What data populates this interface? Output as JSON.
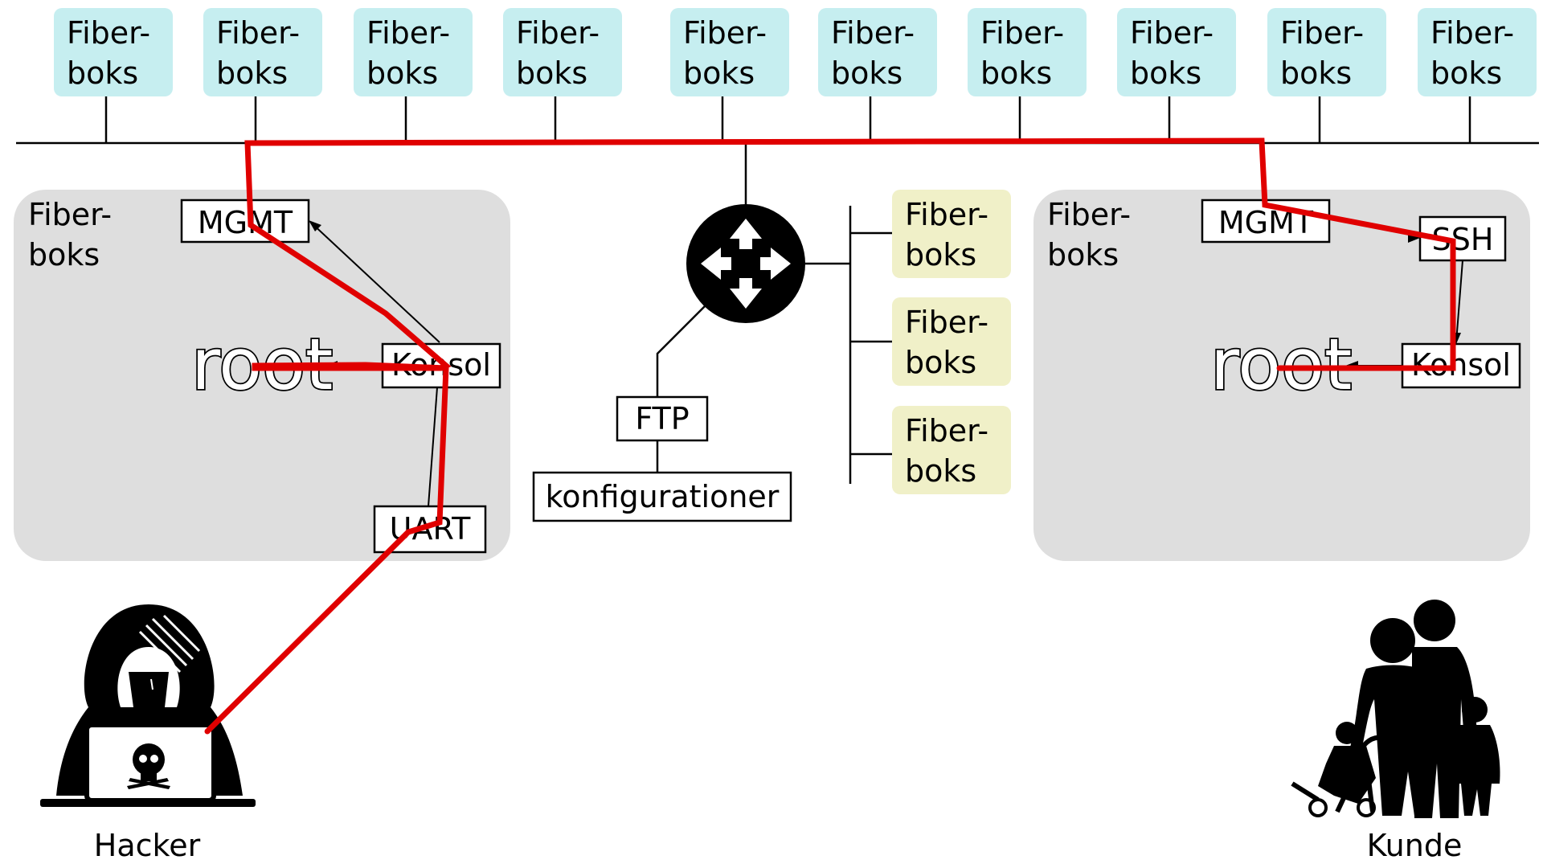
{
  "top_boxes": [
    {
      "line1": "Fiber-",
      "line2": "boks"
    },
    {
      "line1": "Fiber-",
      "line2": "boks"
    },
    {
      "line1": "Fiber-",
      "line2": "boks"
    },
    {
      "line1": "Fiber-",
      "line2": "boks"
    },
    {
      "line1": "Fiber-",
      "line2": "boks"
    },
    {
      "line1": "Fiber-",
      "line2": "boks"
    },
    {
      "line1": "Fiber-",
      "line2": "boks"
    },
    {
      "line1": "Fiber-",
      "line2": "boks"
    },
    {
      "line1": "Fiber-",
      "line2": "boks"
    },
    {
      "line1": "Fiber-",
      "line2": "boks"
    }
  ],
  "side_boxes": [
    {
      "line1": "Fiber-",
      "line2": "boks"
    },
    {
      "line1": "Fiber-",
      "line2": "boks"
    },
    {
      "line1": "Fiber-",
      "line2": "boks"
    }
  ],
  "left_panel": {
    "title1": "Fiber-",
    "title2": "boks",
    "mgmt": "MGMT",
    "root": "root",
    "konsol": "Konsol",
    "uart": "UART"
  },
  "right_panel": {
    "title1": "Fiber-",
    "title2": "boks",
    "mgmt": "MGMT",
    "ssh": "SSH",
    "root": "root",
    "konsol": "Konsol"
  },
  "ftp": {
    "label": "FTP",
    "config": "konfigurationer"
  },
  "hacker": {
    "label": "Hacker"
  },
  "customer": {
    "label": "Kunde"
  },
  "colors": {
    "top_box_fill": "#c6eef0",
    "side_box_fill": "#f0f0c8",
    "panel_fill": "#dedede",
    "attack_path": "#e00000"
  }
}
